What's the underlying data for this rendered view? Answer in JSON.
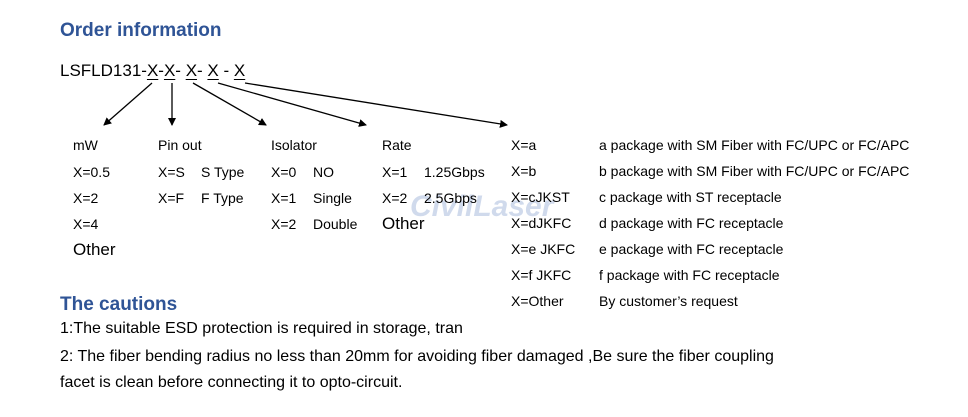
{
  "order_title": "Order information",
  "code": {
    "prefix": "LSFLD131-",
    "parts": [
      "X",
      "-",
      "X",
      "- ",
      "X",
      "- ",
      "X",
      " - ",
      "X"
    ]
  },
  "columns": [
    {
      "header": "mW",
      "rows": [
        "X=0.5",
        "X=2",
        "X=4"
      ],
      "other": "Other"
    },
    {
      "header": "Pin out",
      "rows": [
        [
          "X=S",
          "S Type"
        ],
        [
          "X=F",
          "F Type"
        ]
      ]
    },
    {
      "header": "Isolator",
      "rows": [
        [
          "X=0",
          "NO"
        ],
        [
          "X=1",
          "Single"
        ],
        [
          "X=2",
          "Double"
        ]
      ]
    },
    {
      "header": "Rate",
      "rows": [
        [
          "X=1",
          "1.25Gbps"
        ],
        [
          "X=2",
          "2.5Gbps"
        ]
      ],
      "other": "Other"
    },
    {
      "rows": [
        [
          "X=a",
          "a package with SM Fiber with FC/UPC or FC/APC"
        ],
        [
          "X=b",
          "b package with SM Fiber with FC/UPC or FC/APC"
        ],
        [
          "X=cJKST",
          "c package with ST receptacle"
        ],
        [
          "X=dJKFC",
          "d package with FC receptacle"
        ],
        [
          "X=e JKFC",
          "e package with FC receptacle"
        ],
        [
          "X=f JKFC",
          "f package with FC receptacle"
        ],
        [
          "X=Other",
          "By customer’s request"
        ]
      ]
    }
  ],
  "cautions_title": "The cautions",
  "cautions": [
    "1:The suitable ESD protection is required in storage, tran",
    "2: The fiber bending radius no less than 20mm for avoiding fiber damaged ,Be sure the fiber coupling",
    "facet is clean before connecting it to opto-circuit."
  ],
  "watermark": "CivilLaser",
  "colors": {
    "heading": "#2f5496"
  }
}
